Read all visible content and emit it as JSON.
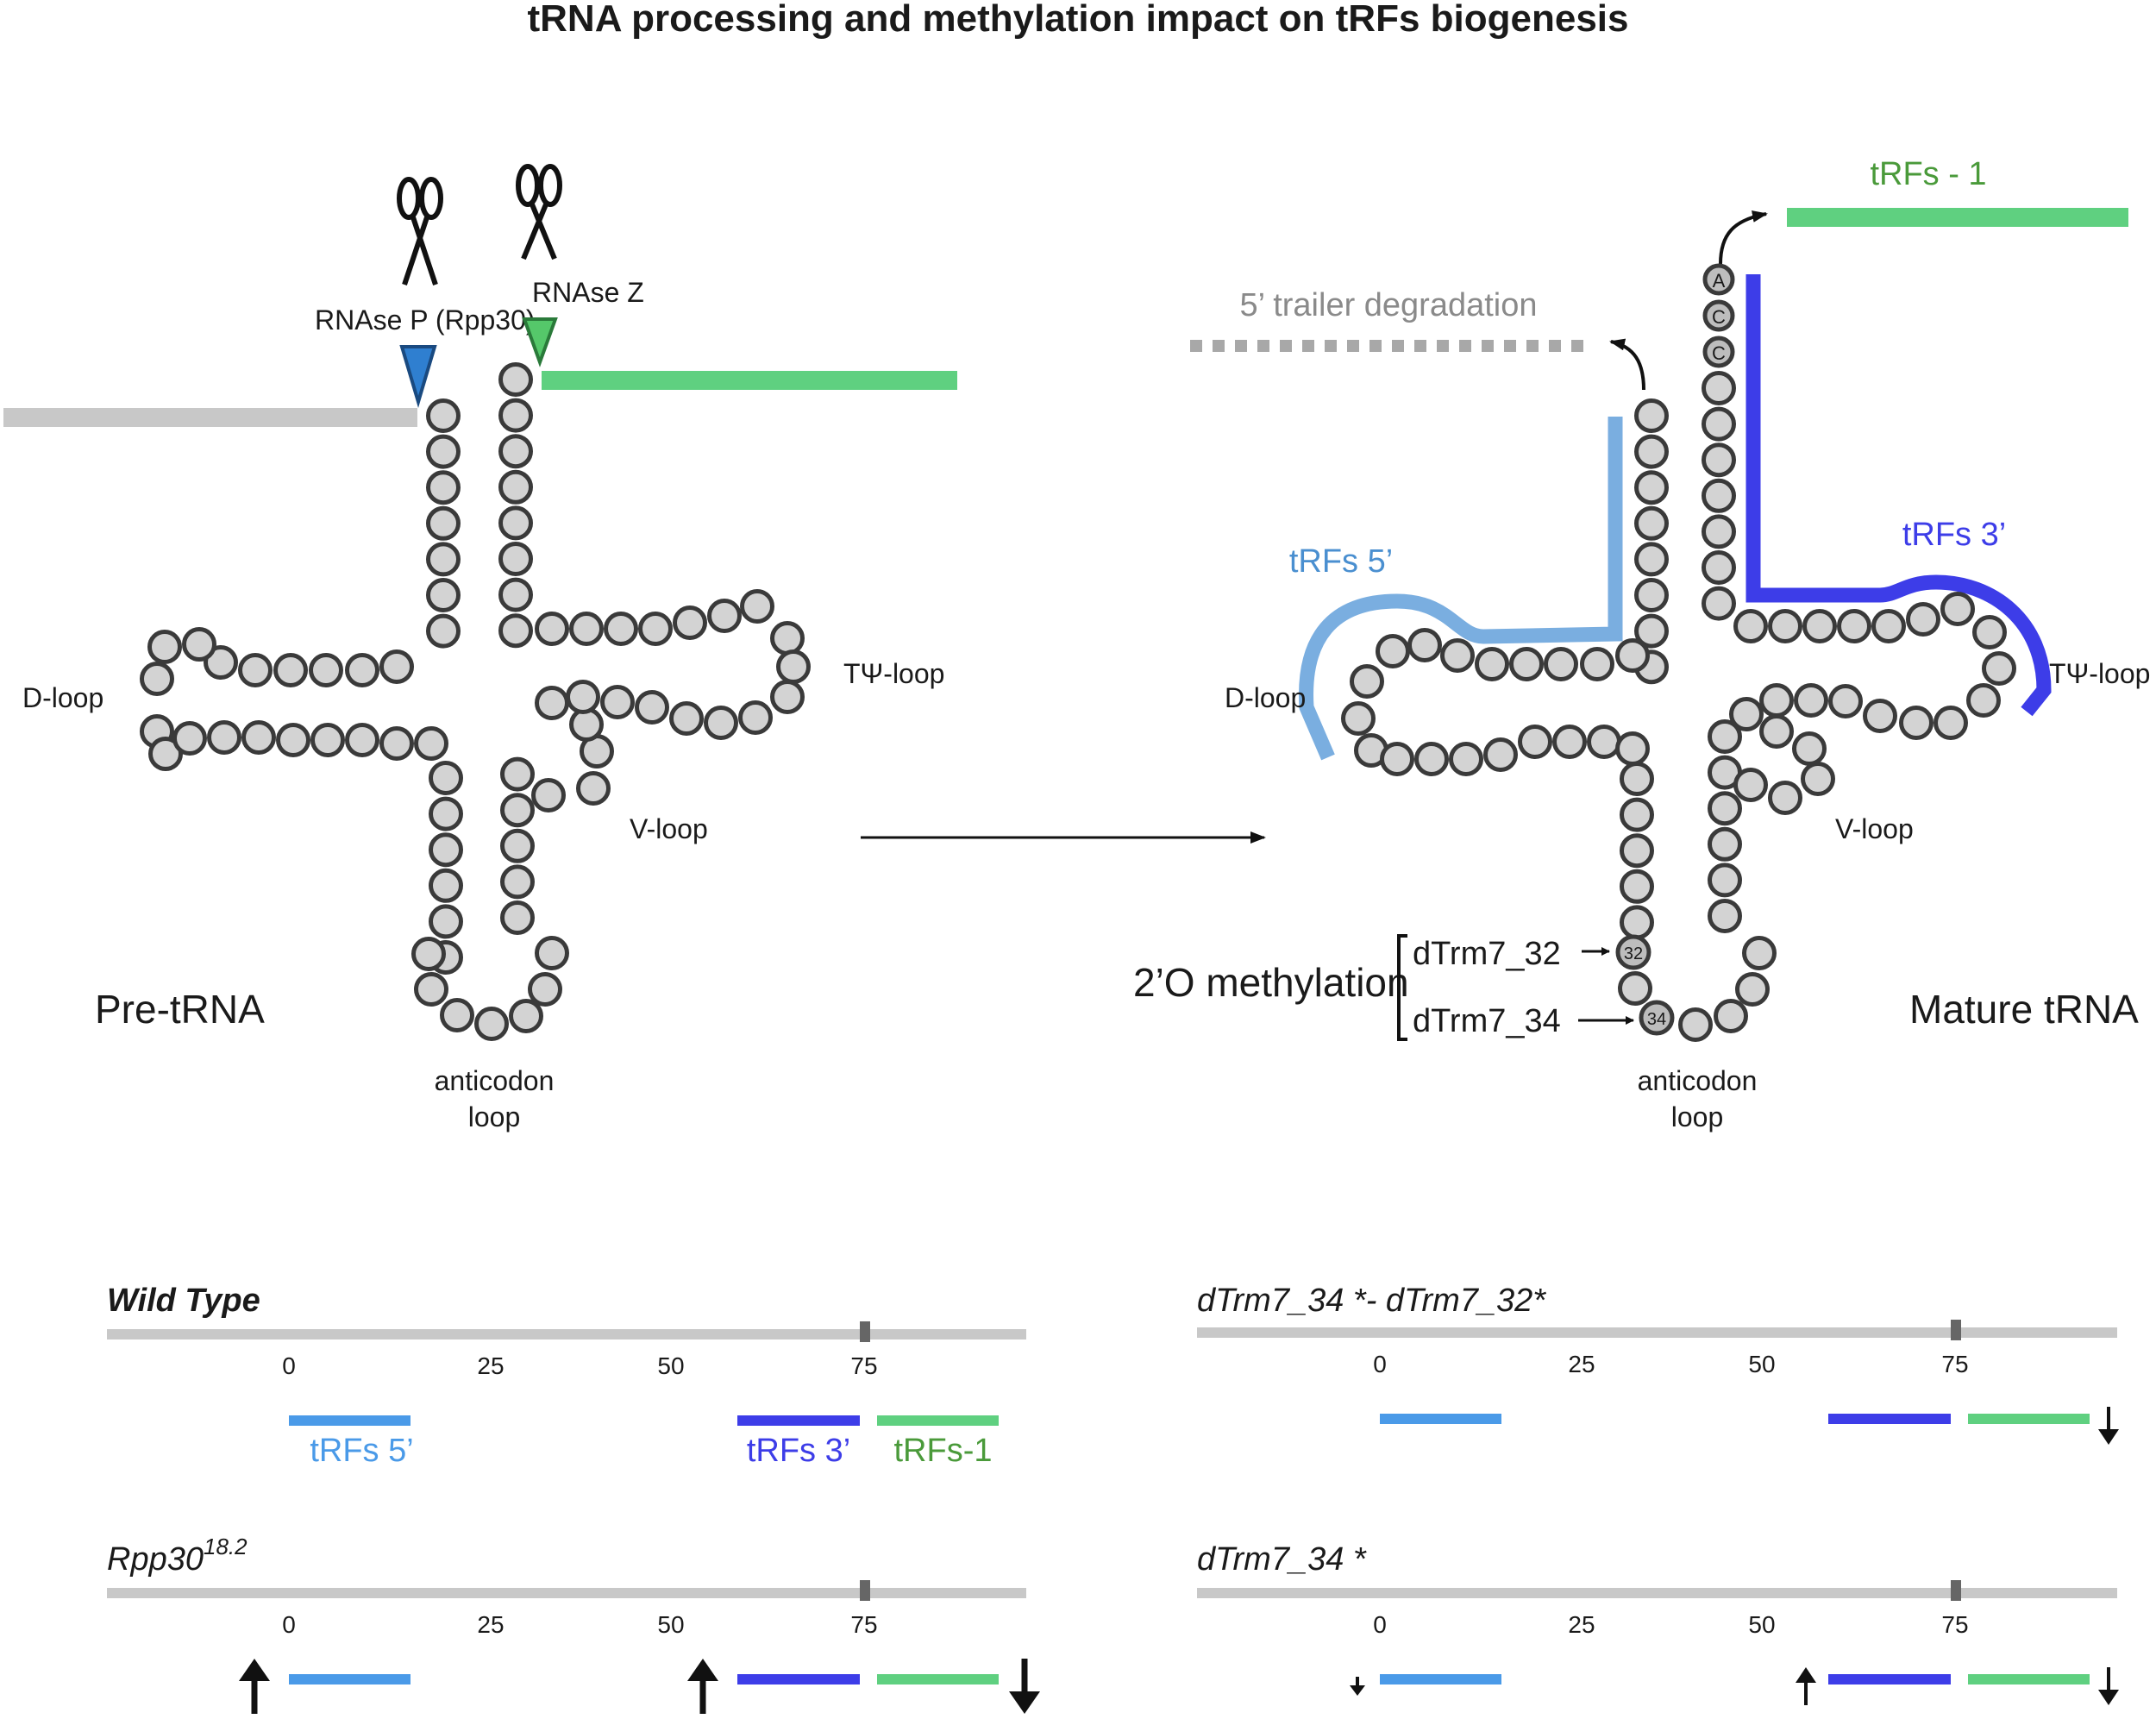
{
  "title": "tRNA processing and methylation impact on tRFs biogenesis",
  "colors": {
    "bead_fill": "#d3d3d3",
    "bead_stroke": "#3a3a3a",
    "trf5": "#7aaee0",
    "trf5_bar": "#4a9ae8",
    "trf3": "#3d3de8",
    "trf1": "#5fd080",
    "trf1_text": "#4a9a3a",
    "gray_track": "#c8c8c8",
    "rnase_p": "#2f7fd0",
    "rnase_z": "#55c86a",
    "trailer": "#a8a8a8"
  },
  "pre_trna": {
    "label": "Pre-tRNA",
    "rnase_p_label": "RNAse P (Rpp30)",
    "rnase_z_label": "RNAse Z",
    "d_loop": "D-loop",
    "t_loop": "TΨ-loop",
    "v_loop": "V-loop",
    "anticodon_line1": "anticodon",
    "anticodon_line2": "loop"
  },
  "mature_trna": {
    "label": "Mature tRNA",
    "trailer_label": "5’ trailer degradation",
    "trf1_label": "tRFs - 1",
    "trf5_label": "tRFs 5’",
    "trf3_label": "tRFs 3’",
    "d_loop": "D-loop",
    "t_loop": "TΨ-loop",
    "v_loop": "V-loop",
    "anticodon_line1": "anticodon",
    "anticodon_line2": "loop",
    "cca": [
      "A",
      "C",
      "C"
    ],
    "methylation_label": "2’O methylation",
    "trm32_label": "dTrm7_32",
    "trm34_label": "dTrm7_34",
    "pos32": "32",
    "pos34": "34"
  },
  "panels": [
    {
      "title": "Wild Type",
      "ticks": [
        "0",
        "25",
        "50",
        "75"
      ],
      "labels": {
        "trf5": "tRFs 5’",
        "trf3": "tRFs 3’",
        "trf1": "tRFs-1"
      },
      "changes": {
        "trf5": "none",
        "trf3": "none",
        "trf1": "none"
      }
    },
    {
      "title": "dTrm7_34 *- dTrm7_32*",
      "ticks": [
        "0",
        "25",
        "50",
        "75"
      ],
      "changes": {
        "trf5": "none",
        "trf3": "none",
        "trf1": "down"
      }
    },
    {
      "title": "Rpp30",
      "title_sup": "18.2",
      "ticks": [
        "0",
        "25",
        "50",
        "75"
      ],
      "changes": {
        "trf5": "up",
        "trf3": "up",
        "trf1": "down"
      }
    },
    {
      "title": "dTrm7_34 *",
      "ticks": [
        "0",
        "25",
        "50",
        "75"
      ],
      "changes": {
        "trf5": "down-small",
        "trf3": "up-small",
        "trf1": "down"
      }
    }
  ]
}
